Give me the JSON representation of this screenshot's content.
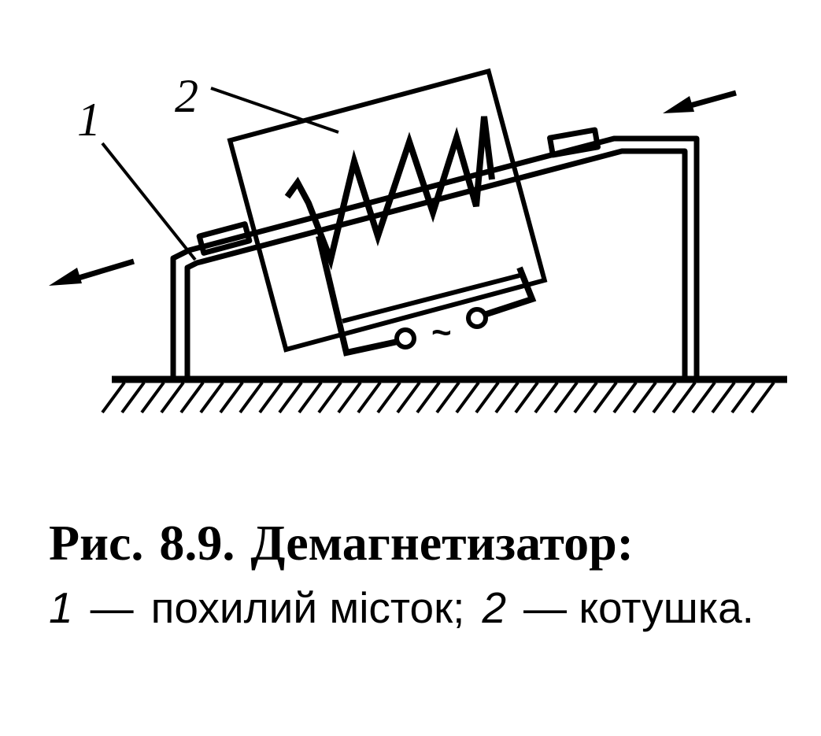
{
  "figure": {
    "callout_1": "1",
    "callout_2": "2",
    "ac_symbol": "~"
  },
  "caption": {
    "label": "Рис.",
    "number": "8.9.",
    "title": "Демагнетизатор:",
    "items": [
      {
        "num": "1",
        "dash": "—",
        "text": "похилий місток;"
      },
      {
        "num": "2",
        "dash": "—",
        "text": "котушка."
      }
    ]
  }
}
